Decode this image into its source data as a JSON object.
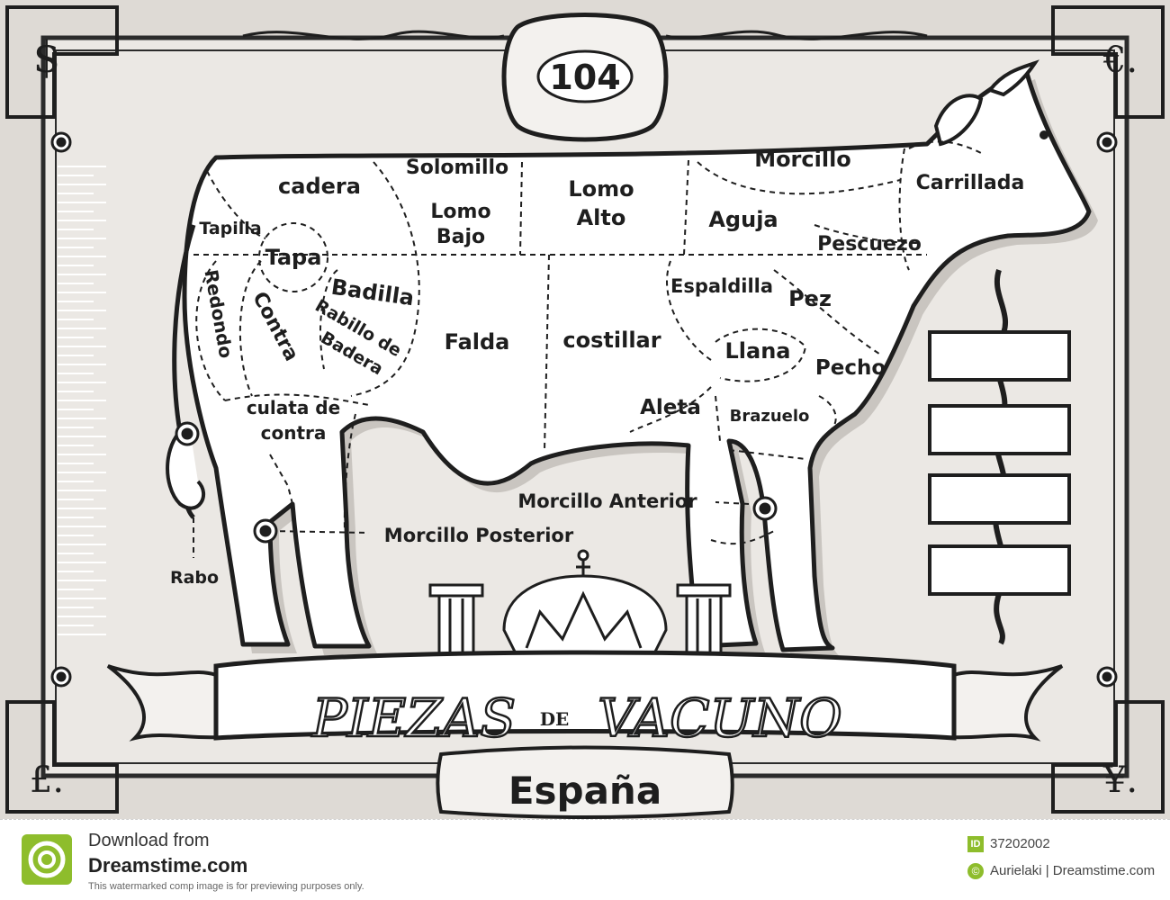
{
  "poster": {
    "number": "104",
    "title_left": "PIEZAS",
    "title_mid": "DE",
    "title_right": "VACUNO",
    "subtitle": "España",
    "currency": {
      "top_left": "$",
      "top_right": "€.",
      "bottom_left": "£.",
      "bottom_right": "¥."
    }
  },
  "cuts": {
    "cadera": "cadera",
    "solomillo": "Solomillo",
    "lomo_bajo_1": "Lomo",
    "lomo_bajo_2": "Bajo",
    "lomo_alto_1": "Lomo",
    "lomo_alto_2": "Alto",
    "morcillo": "Morcillo",
    "carrillada": "Carrillada",
    "aguja": "Aguja",
    "pescuezo": "Pescuezo",
    "tapilla": "Tapilla",
    "tapa": "Tapa",
    "badilla": "Badilla",
    "redondo": "Redondo",
    "contra": "Contra",
    "rabillo_1": "Rabillo de",
    "rabillo_2": "Badera",
    "falda": "Falda",
    "costillar": "costillar",
    "espaldilla": "Espaldilla",
    "pez": "Pez",
    "llana": "Llana",
    "pecho": "Pecho",
    "aleta": "Aleta",
    "brazuelo": "Brazuelo",
    "culata_1": "culata de",
    "culata_2": "contra",
    "morcillo_anterior": "Morcillo Anterior",
    "morcillo_posterior": "Morcillo Posterior",
    "rabo": "Rabo"
  },
  "footer": {
    "download_from": "Download from",
    "site": "Dreamstime.com",
    "notice": "This watermarked comp image is for previewing purposes only.",
    "id_badge": "ID",
    "id_number": "37202002",
    "credit": "Aurielaki | Dreamstime.com"
  }
}
